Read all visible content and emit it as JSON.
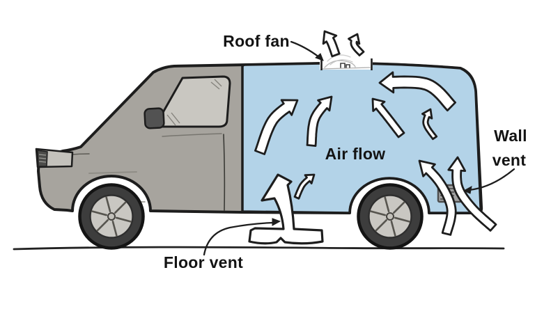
{
  "labels": {
    "roof_fan": "Roof fan",
    "air_flow": "Air flow",
    "wall_vent_lines": [
      "Wall",
      "vent"
    ],
    "floor_vent": "Floor vent"
  },
  "colors": {
    "background": "#ffffff",
    "body_gray": "#a7a49e",
    "window_gray": "#c9c7c1",
    "cargo_blue": "#b3d3e8",
    "outline": "#1d1d1d",
    "tire_dark": "#3d3d3d",
    "rim_gray": "#c9c7c2",
    "vent_gray": "#a0a0a0",
    "arrow_fill": "#ffffff",
    "ground": "#222222",
    "text": "#131313"
  },
  "diagram": {
    "airflow_arrows": [
      "roof-exhaust-arrow-large",
      "roof-exhaust-arrow-small",
      "cargo-airflow-arrow-1",
      "cargo-airflow-arrow-2",
      "cargo-airflow-arrow-3",
      "cargo-airflow-arrow-4",
      "cargo-airflow-arrow-5",
      "floor-vent-side-arrow",
      "wall-vent-arrow-inner",
      "wall-vent-arrow-outer",
      "floor-vent-intake-arrow"
    ],
    "vents": [
      "roof-fan",
      "wall-vent",
      "floor-vent"
    ]
  }
}
